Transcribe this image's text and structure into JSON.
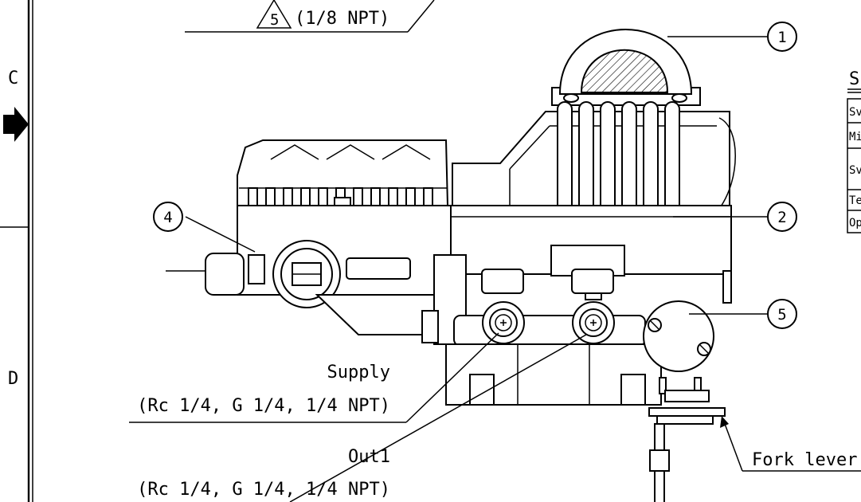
{
  "zones": {
    "upper": "C",
    "lower": "D"
  },
  "callouts": {
    "rev_mark": "5",
    "top_port": "(1/8 NPT)",
    "supply_title": "Supply",
    "supply_spec": "(Rc 1/4, G 1/4, 1/4 NPT)",
    "out1_title": "Out1",
    "out1_spec": "(Rc 1/4, G 1/4, 1/4 NPT)",
    "fork_lever": "Fork lever"
  },
  "balloons": [
    "1",
    "2",
    "4",
    "5"
  ],
  "side_table": {
    "heading_fragment": "S",
    "rows": [
      "Sv",
      "Mi",
      "Sv",
      "Te",
      "Op"
    ]
  }
}
